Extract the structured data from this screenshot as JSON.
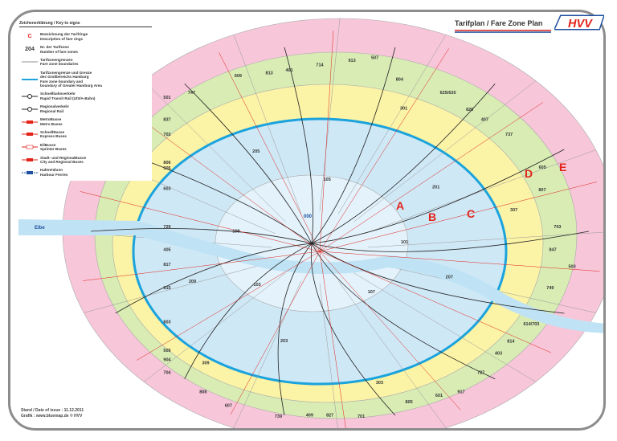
{
  "header": {
    "title": "Tarifplan / Fare Zone Plan",
    "logo_text": "HVV"
  },
  "legend": {
    "title": "Zeichenerklärung / Key to signs",
    "items": [
      {
        "symbol": "C",
        "text": "Bezeichnung der Tarifringe\nDescription of fare rings"
      },
      {
        "symbol": "204",
        "text": "Nr. der Tarifzone\nNumber of fare zones"
      },
      {
        "symbol": "grey-line",
        "text": "Tarifzonengrenzen\nFare zone boundaries"
      },
      {
        "symbol": "blue-line",
        "text": "Tarifzonengrenze und Grenze\ndes Großbereichs Hamburg\nFare zone boundary and\nboundary of Greater Hamburg Area"
      },
      {
        "symbol": "rapid-transit",
        "text": "Schnellbahnverkehr\nRapid Transit Rail (U/S/A-Bahn)"
      },
      {
        "symbol": "regional-rail",
        "text": "Regionalverkehr\nRegional Rail"
      },
      {
        "symbol": "metro-bus",
        "text": "MetroBusse\nMetro Buses"
      },
      {
        "symbol": "express-bus",
        "text": "SchnellBusse\nExpress Buses"
      },
      {
        "symbol": "sprinter-bus",
        "text": "EilBusse\nSprinter Buses"
      },
      {
        "symbol": "city-bus",
        "text": "Stadt- und RegionalBusse\nCity and Regional Buses"
      },
      {
        "symbol": "ferry",
        "text": "HafenFähren\nHarbour Ferries"
      }
    ]
  },
  "footer": {
    "issue": "Stand / Date of issue : 11.12.2011",
    "graphic": "Grafik : www.bluemap.de © HVV"
  },
  "map": {
    "colors": {
      "ring_e": "#f7c6d9",
      "ring_d": "#d8ecb4",
      "ring_c": "#fbf3a6",
      "ring_b": "#cfe8f6",
      "ring_a": "#e3f2fb",
      "boundary": "#1aa3dd",
      "river": "#bfe3f5",
      "rail": "#e2231a"
    },
    "ring_letters": [
      "A",
      "B",
      "C",
      "D",
      "E"
    ],
    "river_label": "Elbe",
    "center_zone": "000",
    "zones": [
      "101",
      "103",
      "105",
      "107",
      "109",
      "201",
      "203",
      "205",
      "207",
      "209",
      "301",
      "303",
      "305",
      "307",
      "309",
      "401",
      "403",
      "405",
      "407",
      "409",
      "501",
      "503",
      "505",
      "507",
      "601",
      "603",
      "605",
      "607",
      "609",
      "614/703",
      "615",
      "625/635",
      "701",
      "702",
      "703",
      "704",
      "714",
      "727",
      "729",
      "737",
      "739",
      "747",
      "749",
      "803",
      "804",
      "805",
      "806",
      "807",
      "808",
      "813",
      "814",
      "817",
      "826",
      "827",
      "837",
      "847",
      "904",
      "913",
      "917"
    ]
  }
}
